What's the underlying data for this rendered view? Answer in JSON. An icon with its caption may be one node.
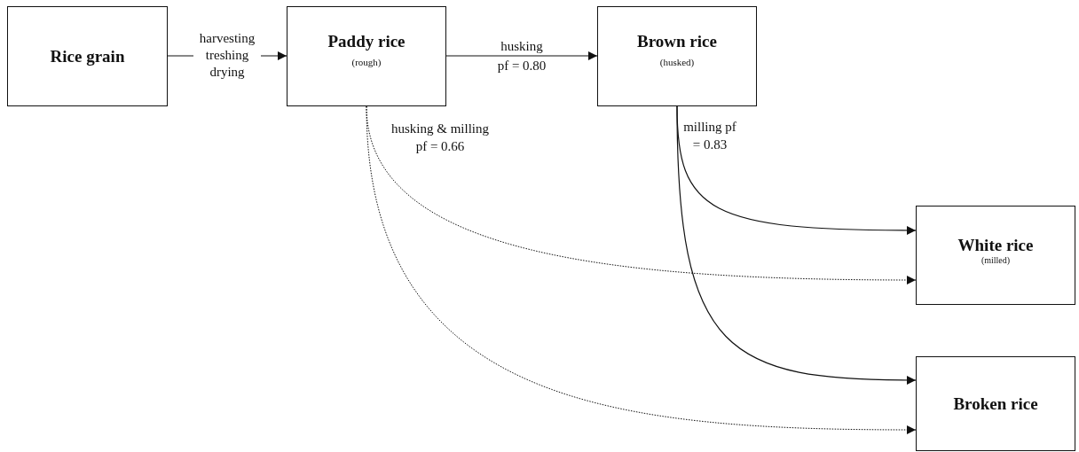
{
  "diagram": {
    "nodes": [
      {
        "text": [
          "Rice grain"
        ]
      },
      {
        "text": [
          "Paddy rice",
          "(rough)"
        ]
      },
      {
        "text": [
          "Brown rice",
          "(husked)"
        ]
      },
      {
        "text": [
          "White rice",
          "(milled)"
        ]
      },
      {
        "text": [
          "Broken rice"
        ]
      }
    ],
    "edges": [
      {
        "from": 0,
        "to": 1,
        "arrow": "to",
        "label": "harvesting treshing drying"
      },
      {
        "from": 1,
        "to": 2,
        "arrow": "to",
        "label": "husking pf = 0.80"
      },
      {
        "from": 2,
        "to": 3,
        "arrow": "to",
        "label": "milling pf = 0.83"
      },
      {
        "from": 2,
        "to": 4,
        "arrow": "to"
      },
      {
        "from": 1,
        "to": 3,
        "arrow": "to",
        "style": "dashed",
        "label": "husking & milling pf = 0.66"
      },
      {
        "from": 1,
        "to": 4,
        "arrow": "to",
        "style": "dashed"
      }
    ]
  }
}
